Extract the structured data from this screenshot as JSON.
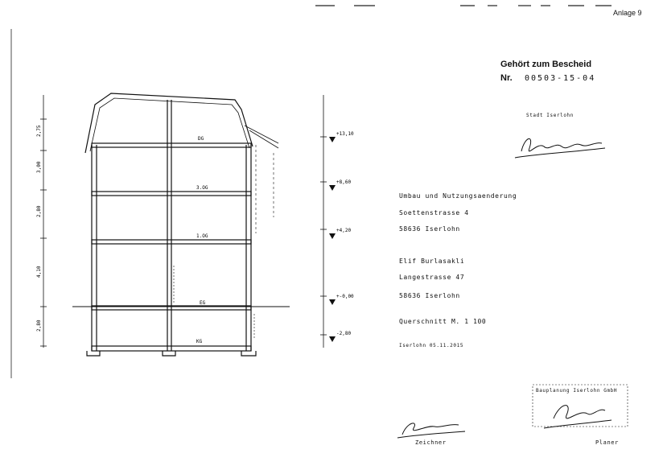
{
  "sheet": {
    "annex": "Anlage 9"
  },
  "stamp": {
    "line1": "Gehört zum Bescheid",
    "nr_label": "Nr.",
    "nr_value": "00503-15-04",
    "authority": "Stadt Iserlohn"
  },
  "project": {
    "description": "Umbau und Nutzungsaenderung",
    "street": "Soettenstrasse 4",
    "city": "58636 Iserlohn"
  },
  "owner": {
    "name": "Elif Burlasakli",
    "street": "Langestrasse 47",
    "city": "58636 Iserlohn"
  },
  "drawing": {
    "title": "Querschnitt M. 1 100",
    "date_line": "Iserlohn 05.11.2015"
  },
  "elevations": [
    "+13,10",
    "+8,60",
    "+4,20",
    "+-0,00",
    "-2,80"
  ],
  "room_labels": [
    "DG",
    "3.OG",
    "1.OG",
    "EG",
    "KG"
  ],
  "dim_labels": [
    "2,75",
    "3,00",
    "2,80",
    "4,10",
    "2,80"
  ],
  "signatures": {
    "left_caption": "Zeichner",
    "right_caption": "Planer",
    "company_stamp": "Bauplanung Iserlohn GmbH"
  }
}
